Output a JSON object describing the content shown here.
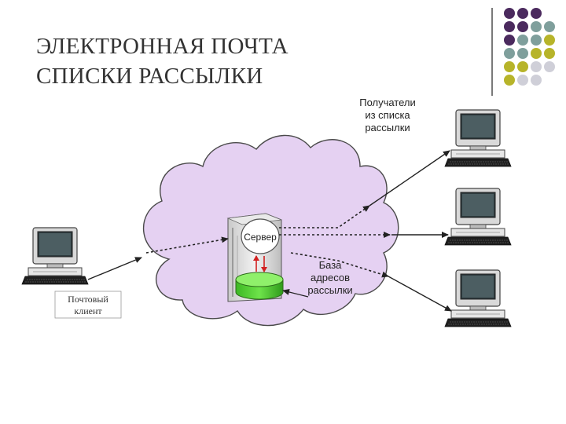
{
  "slide": {
    "title_line1": "ЭЛЕКТРОННАЯ ПОЧТА",
    "title_line2": "СПИСКИ РАССЫЛКИ",
    "decor_colors": {
      "purple": "#4b2a5e",
      "teal": "#7f9f9c",
      "olive": "#b7b42a",
      "light": "#cfcfd8"
    }
  },
  "diagram": {
    "client_label_line1": "Почтовый",
    "client_label_line2": "клиент",
    "server_label": "Сервер",
    "db_label_line1": "База",
    "db_label_line2": "адресов",
    "db_label_line3": "рассылки",
    "recipients_label_line1": "Получатели",
    "recipients_label_line2": "из списка",
    "recipients_label_line3": "рассылки",
    "cloud_color": "#e5d1f2",
    "db_color": "#4fd12f",
    "arrow_color": "#222222",
    "internal_arrow_color": "#d22020"
  }
}
